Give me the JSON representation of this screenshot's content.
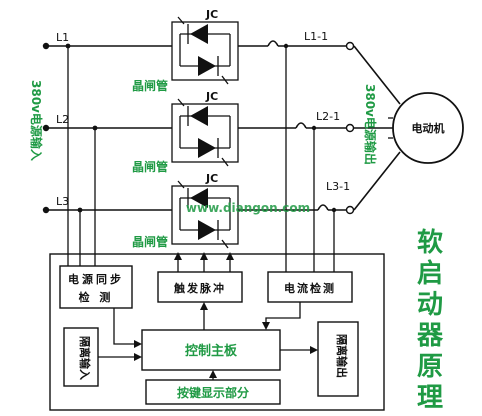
{
  "lines": {
    "L1": "L1",
    "L2": "L2",
    "L3": "L3",
    "L1_out": "L1-1",
    "L2_out": "L2-1",
    "L3_out": "L3-1"
  },
  "labels": {
    "jc_top": "JC",
    "jc_mid": "JC",
    "jc_bot": "JC",
    "thyristor_top": "晶闸管",
    "thyristor_mid": "晶闸管",
    "thyristor_bot": "晶闸管",
    "input_side": "380v电源输入",
    "output_side": "380v电源输出",
    "motor": "电动机",
    "watermark": "www.diangon.com"
  },
  "blocks": {
    "power_sync_1": "电源同步",
    "power_sync_2": "检 测",
    "trigger_pulse": "触发脉冲",
    "current_detect": "电流检测",
    "isolation_in": "隔离输入",
    "control_board": "控制主板",
    "isolation_out": "隔离输出",
    "keypad_display": "按键显示部分"
  },
  "title": "软启动器原理",
  "colors": {
    "accent": "#1f9a44",
    "line": "#111111"
  }
}
